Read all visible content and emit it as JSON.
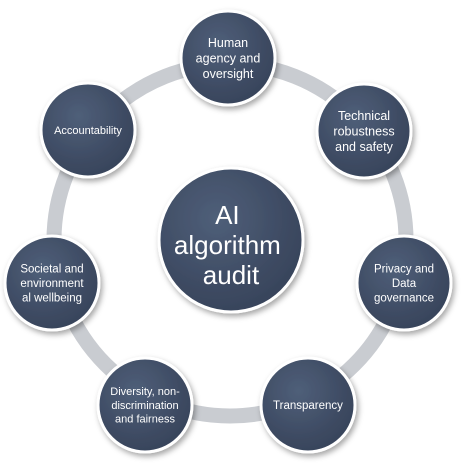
{
  "diagram": {
    "center": {
      "lines": [
        "AI",
        "algorithm",
        "audit"
      ]
    },
    "nodes": [
      {
        "id": "human-agency",
        "lines": [
          "Human",
          "agency and",
          "oversight"
        ]
      },
      {
        "id": "technical-robustness",
        "lines": [
          "Technical",
          "robustness",
          "and safety"
        ]
      },
      {
        "id": "privacy",
        "lines": [
          "Privacy and",
          "Data",
          "governance"
        ]
      },
      {
        "id": "transparency",
        "lines": [
          "Transparency"
        ]
      },
      {
        "id": "diversity",
        "lines": [
          "Diversity, non-",
          "discrimination",
          "and fairness"
        ]
      },
      {
        "id": "societal-wellbeing",
        "lines": [
          "Societal and",
          "environment",
          "al wellbeing"
        ]
      },
      {
        "id": "accountability",
        "lines": [
          "Accountability"
        ]
      }
    ],
    "colors": {
      "ring": "#c9ccd1",
      "node_fill_light": "#4f5f79",
      "node_fill_dark": "#364259",
      "node_border": "#ffffff",
      "text": "#ffffff"
    }
  }
}
